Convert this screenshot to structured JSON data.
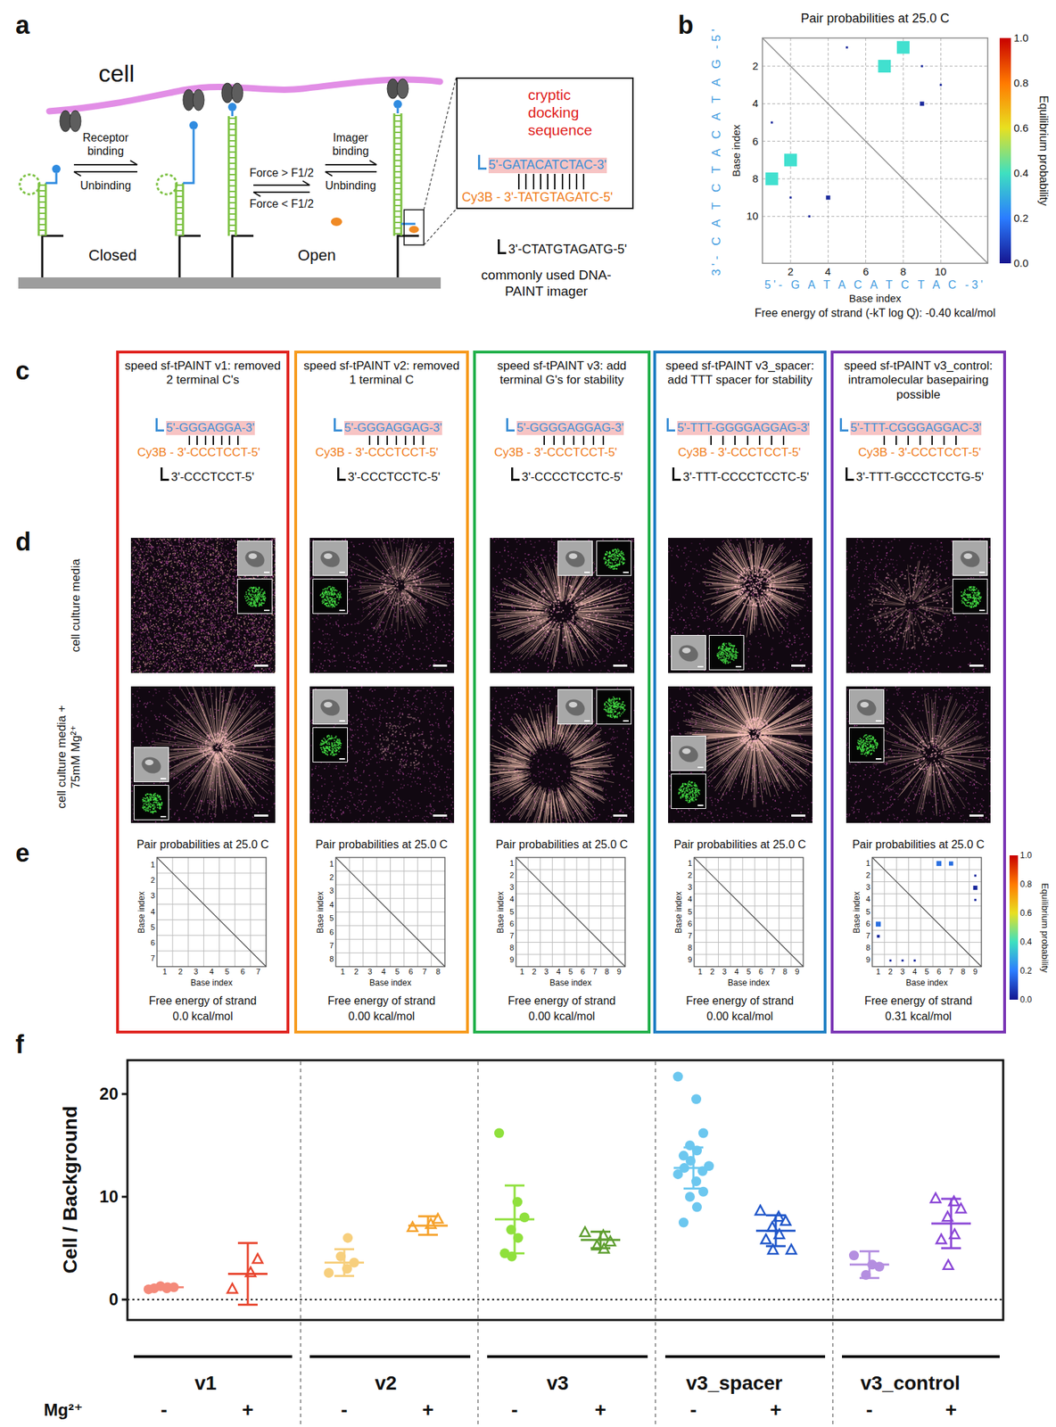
{
  "diagram": {
    "nodes": [
      {
        "text": [
          "cryptic docking sequence",
          "5'-GATACATCTAC-3'",
          "Cy3B - 3'-TATGTAGATC-5'",
          "3'-CTATGTAGATG-5'",
          "commonly used DNA-PAINT imager"
        ]
      },
      {
        "text": [
          "speed sf-tPAINT v1: removed 2 terminal C's",
          "5'-GGGAGGA-3'",
          "Cy3B - 3'-CCCTCCT-5'",
          "3'-CCCTCCT-5'",
          "Pair probabilities at 25.0 C",
          "Base index",
          "Base index",
          "Free energy of strand",
          "0.0 kcal/mol",
          "1",
          "2",
          "3",
          "4",
          "5",
          "6",
          "7",
          "1",
          "2",
          "3",
          "4",
          "5",
          "6",
          "7"
        ]
      },
      {
        "text": [
          "speed sf-tPAINT v2: removed 1 terminal C",
          "5'-GGGAGGAG-3'",
          "Cy3B - 3'-CCCTCCT-5'",
          "3'-CCCTCCTC-5'",
          "Pair probabilities at 25.0 C",
          "Base index",
          "Base index",
          "Free energy of strand",
          "0.00 kcal/mol",
          "1",
          "2",
          "3",
          "4",
          "5",
          "6",
          "7",
          "8",
          "1",
          "2",
          "3",
          "4",
          "5",
          "6",
          "7",
          "8"
        ]
      },
      {
        "text": [
          "speed sf-tPAINT v3: add terminal G's for stability",
          "5'-GGGGAGGAG-3'",
          "Cy3B - 3'-CCCTCCT-5'",
          "3'-CCCCTCCTC-5'",
          "Pair probabilities at 25.0 C",
          "Base index",
          "Base index",
          "Free energy of strand",
          "0.00 kcal/mol",
          "1",
          "2",
          "3",
          "4",
          "5",
          "6",
          "7",
          "8",
          "9",
          "1",
          "2",
          "3",
          "4",
          "5",
          "6",
          "7",
          "8",
          "9"
        ]
      },
      {
        "text": [
          "speed sf-tPAINT v3_spacer: add TTT spacer for stability",
          "5'-TTT-GGGGAGGAG-3'",
          "Cy3B - 3'-CCCTCCT-5'",
          "3'-TTT-CCCCTCCTC-5'",
          "Pair probabilities at 25.0 C",
          "Base index",
          "Base index",
          "Free energy of strand",
          "0.00 kcal/mol",
          "1",
          "2",
          "3",
          "4",
          "5",
          "6",
          "7",
          "8",
          "9",
          "1",
          "2",
          "3",
          "4",
          "5",
          "6",
          "7",
          "8",
          "9"
        ]
      },
      {
        "text": [
          "speed sf-tPAINT v3_control: intramolecular basepairing possible",
          "5'-TTT-CGGGAGGAC-3'",
          "Cy3B - 3'-CCCTCCT-5'",
          "3'-TTT-GCCCTCCTG-5'",
          "Pair probabilities at 25.0 C",
          "Base index",
          "Base index",
          "Free energy of strand",
          "0.31 kcal/mol",
          "1",
          "2",
          "3",
          "4",
          "5",
          "6",
          "7",
          "8",
          "9",
          "1",
          "2",
          "3",
          "4",
          "5",
          "6",
          "7",
          "8",
          "9"
        ]
      }
    ],
    "labels": [
      "a",
      "cell",
      "Receptor binding",
      "Unbinding",
      "Force > F1/2",
      "Force < F1/2",
      "Imager binding",
      "Unbinding",
      "Closed",
      "Open",
      "b",
      "Pair probabilities at 25.0 C",
      "2",
      "4",
      "6",
      "8",
      "10",
      "2",
      "4",
      "6",
      "8",
      "10",
      "Base index",
      "Base index",
      "3'- C A T C T A C A T A G -5'",
      "5'- G A T A C A T C T A C -3'",
      "1.0",
      "0.8",
      "0.6",
      "0.4",
      "0.2",
      "0.0",
      "Equilibrium probability",
      "Free energy of strand (-kT log Q): -0.40 kcal/mol",
      "c",
      "d",
      "e",
      "cell culture media",
      "cell culture media + 75mM Mg²⁺",
      "1.0",
      "0.8",
      "0.6",
      "0.4",
      "0.2",
      "0.0",
      "Equilibrium probability",
      "f",
      "Cell / Background",
      "20",
      "10",
      "0",
      "v1",
      "v2",
      "v3",
      "v3_spacer",
      "v3_control",
      "Mg²⁺",
      "-",
      "+",
      "-",
      "+",
      "-",
      "+",
      "-",
      "+",
      "-",
      "+"
    ]
  }
}
